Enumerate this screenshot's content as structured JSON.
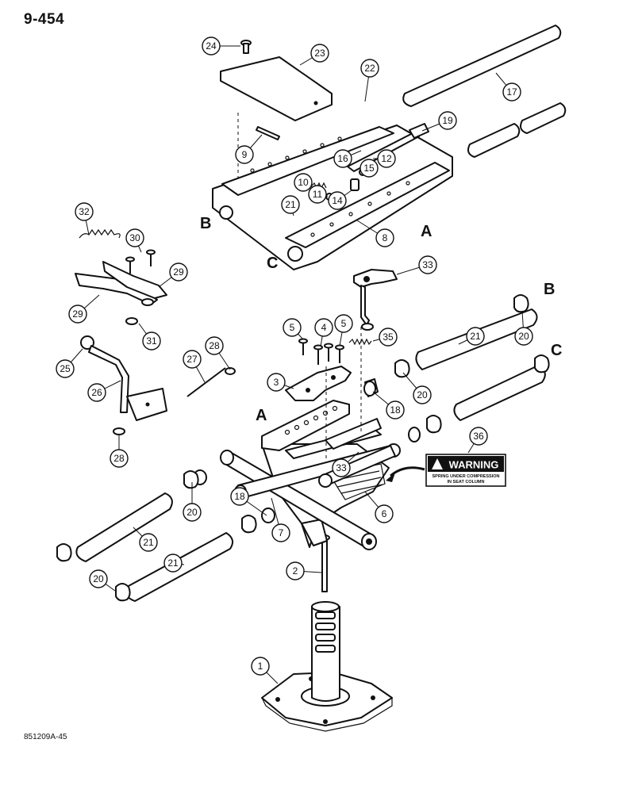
{
  "page_number": "9-454",
  "drawing_code": "851209A-45",
  "warning_decal": {
    "title": "WARNING",
    "text_line1": "SPRING UNDER COMPRESSION",
    "text_line2": "IN SEAT COLUMN"
  },
  "callouts": [
    "1",
    "2",
    "3",
    "4",
    "5",
    "5",
    "6",
    "7",
    "8",
    "9",
    "10",
    "11",
    "12",
    "14",
    "15",
    "16",
    "17",
    "18",
    "18",
    "19",
    "20",
    "20",
    "20",
    "20",
    "21",
    "21",
    "21",
    "21",
    "22",
    "23",
    "24",
    "25",
    "26",
    "27",
    "28",
    "28",
    "29",
    "29",
    "30",
    "31",
    "32",
    "33",
    "33",
    "35",
    "36"
  ],
  "reference_letters": [
    "A",
    "A",
    "B",
    "B",
    "C",
    "C"
  ]
}
